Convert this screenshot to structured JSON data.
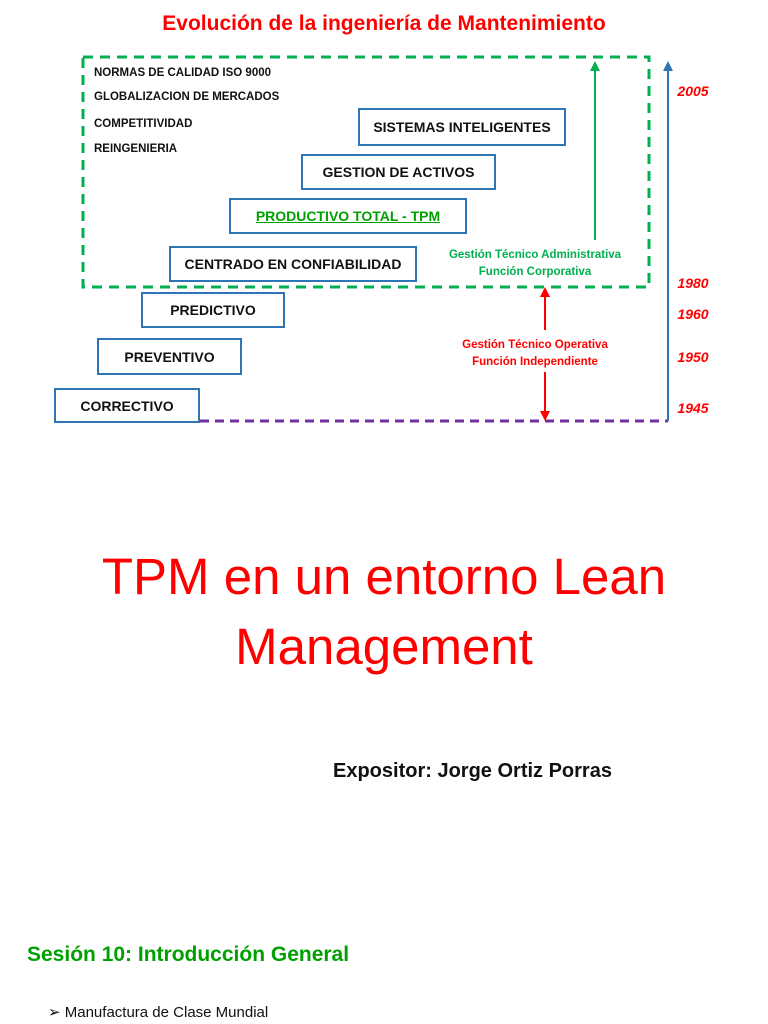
{
  "diagram_title": "Evolución de la ingeniería de Mantenimiento",
  "notes": [
    "NORMAS DE CALIDAD ISO 9000",
    "GLOBALIZACION DE MERCADOS",
    "COMPETITIVIDAD",
    "REINGENIERIA"
  ],
  "stages": [
    {
      "label": "SISTEMAS INTELIGENTES"
    },
    {
      "label": "GESTION DE  ACTIVOS"
    },
    {
      "label": "PRODUCTIVO TOTAL - TPM"
    },
    {
      "label": "CENTRADO EN CONFIABILIDAD"
    },
    {
      "label": "PREDICTIVO"
    },
    {
      "label": "PREVENTIVO"
    },
    {
      "label": "CORRECTIVO"
    }
  ],
  "management": {
    "administrative": {
      "line1": "Gestión Técnico Administrativa",
      "line2": "Función  Corporativa"
    },
    "operative": {
      "line1": "Gestión Técnico Operativa",
      "line2": "Función Independiente"
    }
  },
  "years": [
    "2005",
    "1980",
    "1960",
    "1950",
    "1945"
  ],
  "colors": {
    "title_red": "#ff0000",
    "box_blue": "#2e75b6",
    "dashed_green": "#00b050",
    "dashed_purple": "#7030a0",
    "tpm_green": "#00a000"
  },
  "main_title": {
    "line1": "TPM en un entorno Lean",
    "line2": "Management"
  },
  "expositor": "Expositor: Jorge Ortiz Porras",
  "session": "Sesión 10: Introducción General",
  "bullet": {
    "icon": "arrow-bullet-icon",
    "glyph": "➢",
    "text": "Manufactura de Clase Mundial"
  }
}
